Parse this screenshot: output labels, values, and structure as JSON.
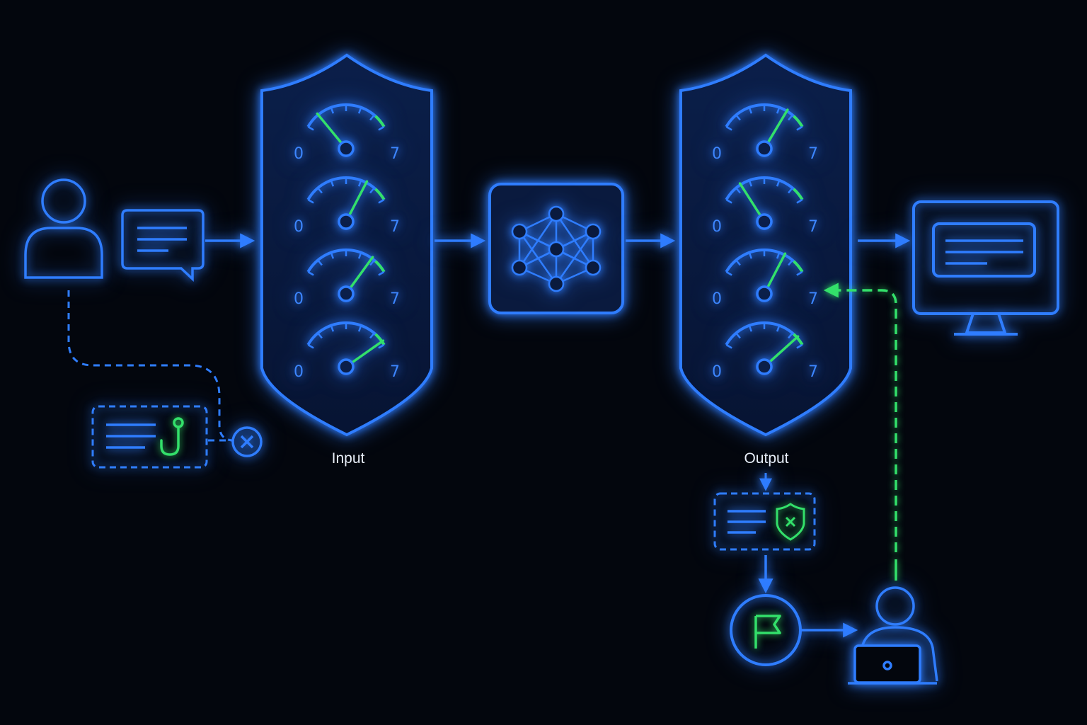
{
  "labels": {
    "input": "Input",
    "output": "Output"
  },
  "gauge_scale": {
    "min_label": "0",
    "max_label": "7",
    "min": 0,
    "max": 7
  },
  "input_gauges": [
    {
      "value": 1.2
    },
    {
      "value": 5.1
    },
    {
      "value": 5.6
    },
    {
      "value": 6.7
    }
  ],
  "output_gauges": [
    {
      "value": 5.3
    },
    {
      "value": 1.6
    },
    {
      "value": 5.1
    },
    {
      "value": 6.3
    }
  ],
  "colors": {
    "background": "#03060d",
    "accent_blue": "#2f7dff",
    "accent_green": "#33e06a",
    "label_white": "#e8eef8"
  },
  "icons": {
    "user": "user-icon",
    "message": "chat-bubble-icon",
    "phishing": "fishhook-icon",
    "blocked": "x-circle-icon",
    "model": "neural-network-icon",
    "display": "monitor-icon",
    "policy": "shield-x-icon",
    "flag": "flag-icon",
    "reviewer": "laptop-user-icon"
  }
}
